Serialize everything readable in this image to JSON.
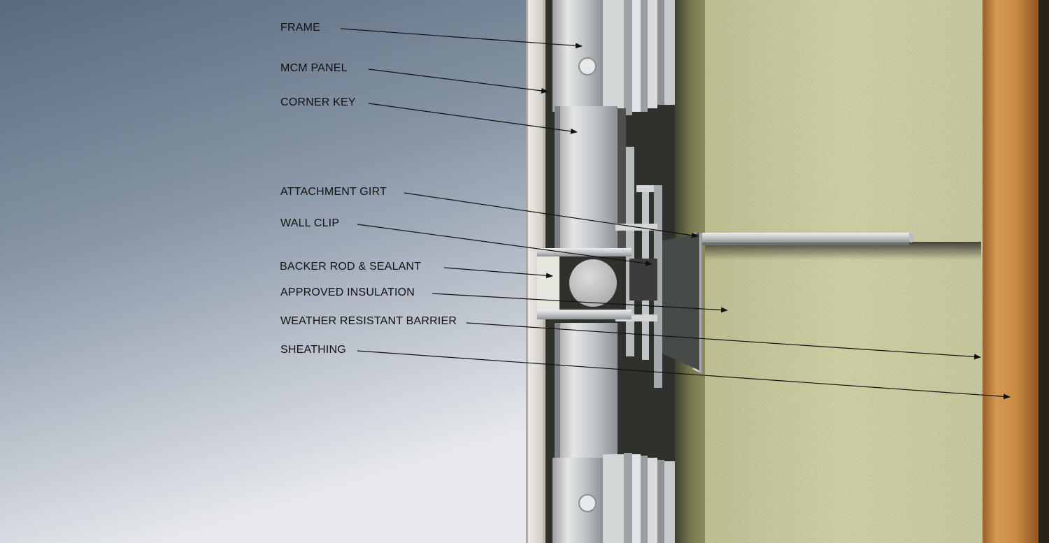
{
  "labels": {
    "frame": "FRAME",
    "mcm_panel": "MCM PANEL",
    "corner_key": "CORNER KEY",
    "attachment_girt": "ATTACHMENT GIRT",
    "wall_clip": "WALL CLIP",
    "backer_rod_sealant": "BACKER ROD & SEALANT",
    "approved_insulation": "APPROVED INSULATION",
    "weather_resistant_barrier": "WEATHER RESISTANT BARRIER",
    "sheathing": "SHEATHING"
  },
  "colors": {
    "sky_top": "#5a6b7e",
    "sky_bottom": "#dfe3e8",
    "insulation": "#dcdcae",
    "wrb": "#6f7049",
    "sheathing_wood": "#c98a43",
    "aluminum": "#c9cbcc",
    "shadow": "#2b2d2a",
    "leader": "#111111"
  }
}
